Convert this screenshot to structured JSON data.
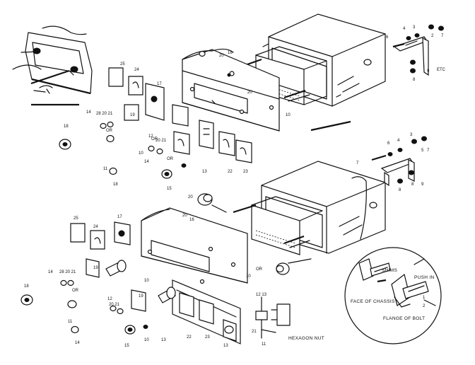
{
  "callouts": {
    "shims": "SHIMS",
    "push_in": "PUSH IN",
    "face_of_chassis": "FACE OF CHASSIS",
    "flange_of_bolt": "FLANGE OF BOLT",
    "hexagon_nut": "HEXAGON NUT",
    "or": "OR",
    "etc": "ETC"
  },
  "part_numbers": {
    "n1": "1",
    "n2": "2",
    "n3": "3",
    "n4": "4",
    "n5": "5",
    "n6": "6",
    "n7": "7",
    "n8": "8",
    "n9": "9",
    "n10": "10",
    "n11": "11",
    "n12": "12",
    "n13": "13",
    "n14": "14",
    "n15": "15",
    "n16": "16",
    "n17": "17",
    "n18": "18",
    "n19": "19",
    "n20": "20",
    "n21": "21",
    "n22": "22",
    "n23": "23",
    "n24": "24",
    "n25": "25",
    "n2021": "20 21",
    "n282021": "28 20 21",
    "n1213": "12 13"
  }
}
